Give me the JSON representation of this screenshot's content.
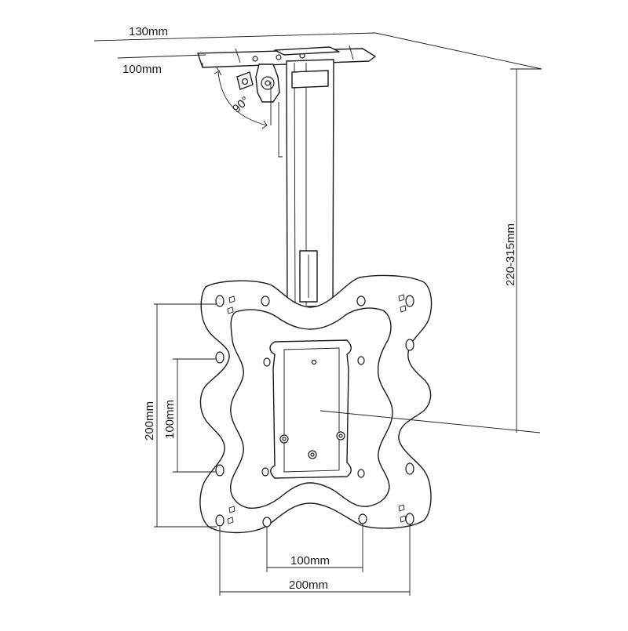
{
  "dimensions": {
    "ceiling_plate_width": "130mm",
    "ceiling_plate_depth": "100mm",
    "tilt_angle": "90°",
    "height_range": "220-315mm",
    "vesa_outer_vertical": "200mm",
    "vesa_inner_vertical": "100mm",
    "vesa_inner_horizontal": "100mm",
    "vesa_outer_horizontal": "200mm"
  },
  "colors": {
    "line": "#1a1a1a",
    "background": "#ffffff"
  }
}
